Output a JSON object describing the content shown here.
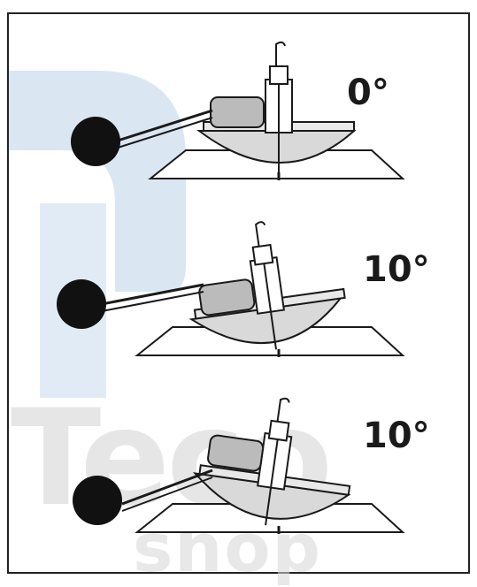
{
  "watermark": {
    "brand": "Teco",
    "sub": "shop"
  },
  "panels": [
    {
      "angle_label": "0°",
      "tilt_deg": 0
    },
    {
      "angle_label": "10°",
      "tilt_deg": -8
    },
    {
      "angle_label": "10°",
      "tilt_deg": 8
    }
  ],
  "colors": {
    "outline": "#1a1a1a",
    "fill": "#d9d9d9",
    "ball": "#111111",
    "watermark_blue": "#5a8fc8"
  }
}
